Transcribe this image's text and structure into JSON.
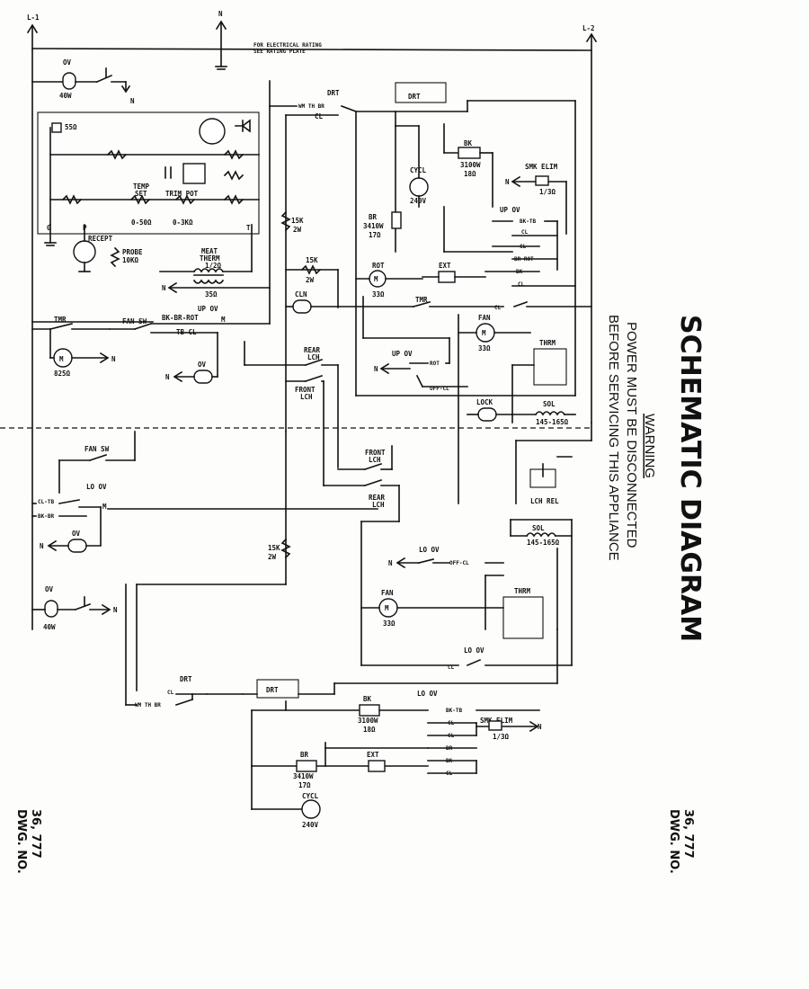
{
  "title": "SCHEMATIC DIAGRAM",
  "warning": {
    "heading": "WARNING",
    "line1": "POWER MUST BE DISCONNECTED",
    "line2": "BEFORE SERVICING THIS APPLIANCE"
  },
  "drawing_number": {
    "number": "36, 777",
    "label": "DWG. NO."
  },
  "supply": {
    "l1": "L-1",
    "l2": "L-2",
    "n": "N",
    "rating_line1": "FOR ELECTRICAL RATING",
    "rating_line2": "SEE RATING PLATE"
  },
  "upper": {
    "ov_lamp": "OV",
    "ov_watts": "40W",
    "n": "N",
    "res_55": "55Ω",
    "temp_set": "TEMP",
    "temp_set2": "SET",
    "temp_range": "0-50Ω",
    "trim_pot": "TRIM POT",
    "trim_range": "0-3KΩ",
    "g": "G",
    "p": "P",
    "t": "T",
    "recept": "RECEPT",
    "probe": "PROBE",
    "probe_ohm": "10KΩ",
    "meat_therm": "MEAT",
    "meat_therm2": "THERM",
    "meat_ohm": "1/2Ω",
    "meat_35": "35Ω",
    "tmr": "TMR",
    "fan_sw": "FAN SW",
    "up_ov": "UP OV",
    "bk_br_rot": "BK-BR-ROT",
    "tb_cl": "TB-CL",
    "motor_ohm": "825Ω",
    "ov": "OV",
    "m": "M",
    "res_15k_a": "15K",
    "res_2w_a": "2W",
    "res_15k_b": "15K",
    "res_2w_b": "2W",
    "cln": "CLN",
    "rear_lch": "REAR",
    "rear_lch2": "LCH",
    "front_lch": "FRONT",
    "front_lch2": "LCH",
    "drt": "DRT",
    "wm_th_br": "WM TH BR",
    "cl": "CL",
    "bk": "BK",
    "bk_w": "3100W",
    "bk_ohm": "18Ω",
    "cycl": "CYCL",
    "cycl_v": "240V",
    "br": "BR",
    "br_w": "3410W",
    "br_ohm": "17Ω",
    "smk_elim": "SMK ELIM",
    "smk_ohm": "1/3Ω",
    "up_ov2": "UP OV",
    "bk_tb": "BK-TB",
    "cl2": "CL",
    "cl3": "CL",
    "br_rot": "BR-ROT",
    "bk2": "BK",
    "cl4": "CL",
    "rot": "ROT",
    "rot_ohm": "33Ω",
    "ext": "EXT",
    "tmr2": "TMR",
    "cl5": "CL",
    "fan": "FAN",
    "fan_ohm": "33Ω",
    "thrm": "THRM",
    "up_ov3": "UP OV",
    "rot2": "ROT",
    "off_cl": "OFF-CL",
    "lock": "LOCK",
    "sol": "SOL",
    "sol_ohm": "145-165Ω"
  },
  "lower": {
    "fan_sw": "FAN SW",
    "lo_ov": "LO OV",
    "cl_tb": "CL-TB",
    "bk_br": "BK-BR",
    "ov": "OV",
    "ov_lamp": "OV",
    "ov_watts": "40W",
    "front_lch": "FRONT",
    "front_lch2": "LCH",
    "rear_lch": "REAR",
    "rear_lch2": "LCH",
    "res_15k": "15K",
    "res_2w": "2W",
    "lch_rel": "LCH REL",
    "sol": "SOL",
    "sol_ohm": "145-165Ω",
    "lo_ov2": "LO OV",
    "off_cl": "OFF-CL",
    "fan": "FAN",
    "fan_ohm": "33Ω",
    "thrm": "THRM",
    "lo_ov3": "LO OV",
    "cl": "CL",
    "drt": "DRT",
    "wm_th_br": "WM TH BR",
    "cl2": "CL",
    "bk": "BK",
    "bk_w": "3100W",
    "bk_ohm": "18Ω",
    "lo_ov4": "LO OV",
    "bk_tb": "BK-TB",
    "cl3": "CL",
    "cl4": "CL",
    "br_s": "BR",
    "bk_s": "BK",
    "cl5": "CL",
    "smk_elim": "SMK ELIM",
    "smk_ohm": "1/3Ω",
    "br": "BR",
    "br_w": "3410W",
    "br_ohm": "17Ω",
    "ext": "EXT",
    "cycl": "CYCL",
    "cycl_v": "240V"
  }
}
